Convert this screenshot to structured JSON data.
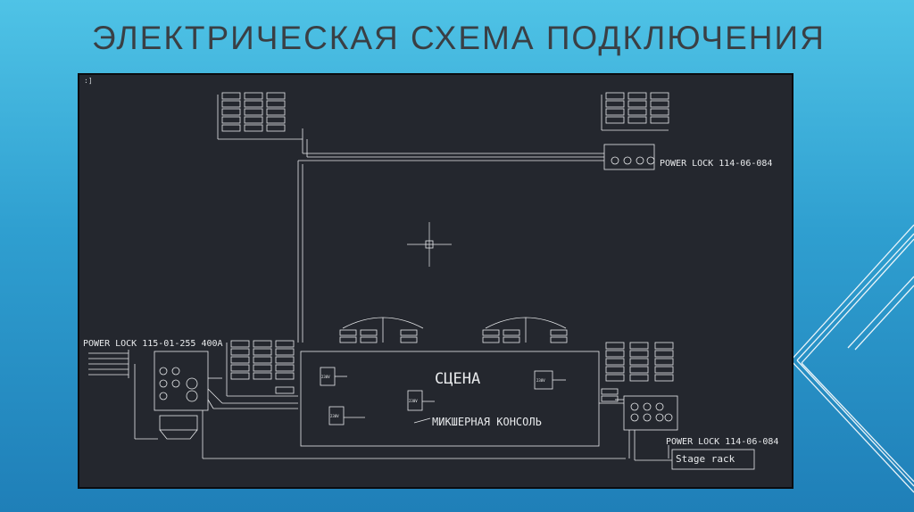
{
  "slide": {
    "title": "ЭЛЕКТРИЧЕСКАЯ СХЕМА ПОДКЛЮЧЕНИЯ"
  },
  "drawing": {
    "corner_mark": ":]",
    "labels": {
      "power_lock_left": "POWER LOCK 115-01-255 400A",
      "power_lock_top_right": "POWER LOCK 114-06-084",
      "power_lock_bottom_right": "POWER LOCK 114-06-084",
      "stage": "СЦЕНА",
      "console": "МИКШЕРНАЯ КОНСОЛЬ",
      "stage_rack": "Stage rack",
      "voltage": "230V"
    }
  },
  "colors": {
    "background_top": "#4fc3e6",
    "background_bottom": "#1f7fb8",
    "cad_bg": "#24272e",
    "line": "#e8eaec",
    "title": "#3a3f44"
  }
}
